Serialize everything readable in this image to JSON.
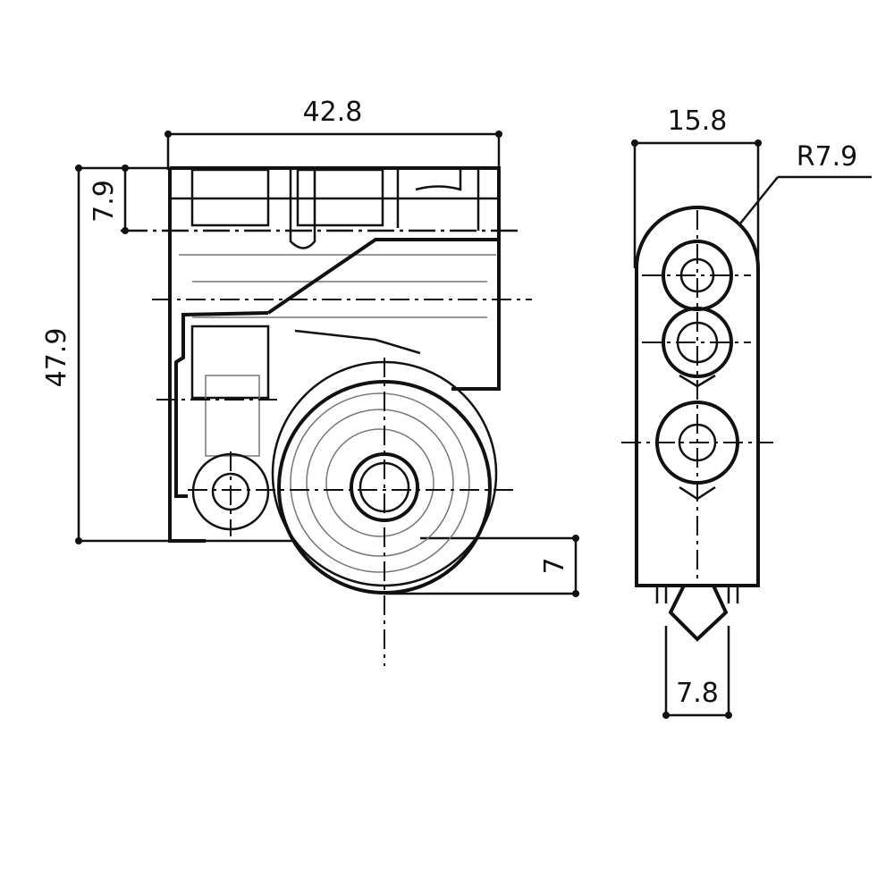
{
  "drawing": {
    "front_view": {
      "width_label": "42.8",
      "top_offset_label": "7.9",
      "height_label": "47.9",
      "wheel_protrusion_label": "7"
    },
    "side_view": {
      "width_label": "15.8",
      "radius_label": "R7.9",
      "tip_width_label": "7.8"
    }
  }
}
